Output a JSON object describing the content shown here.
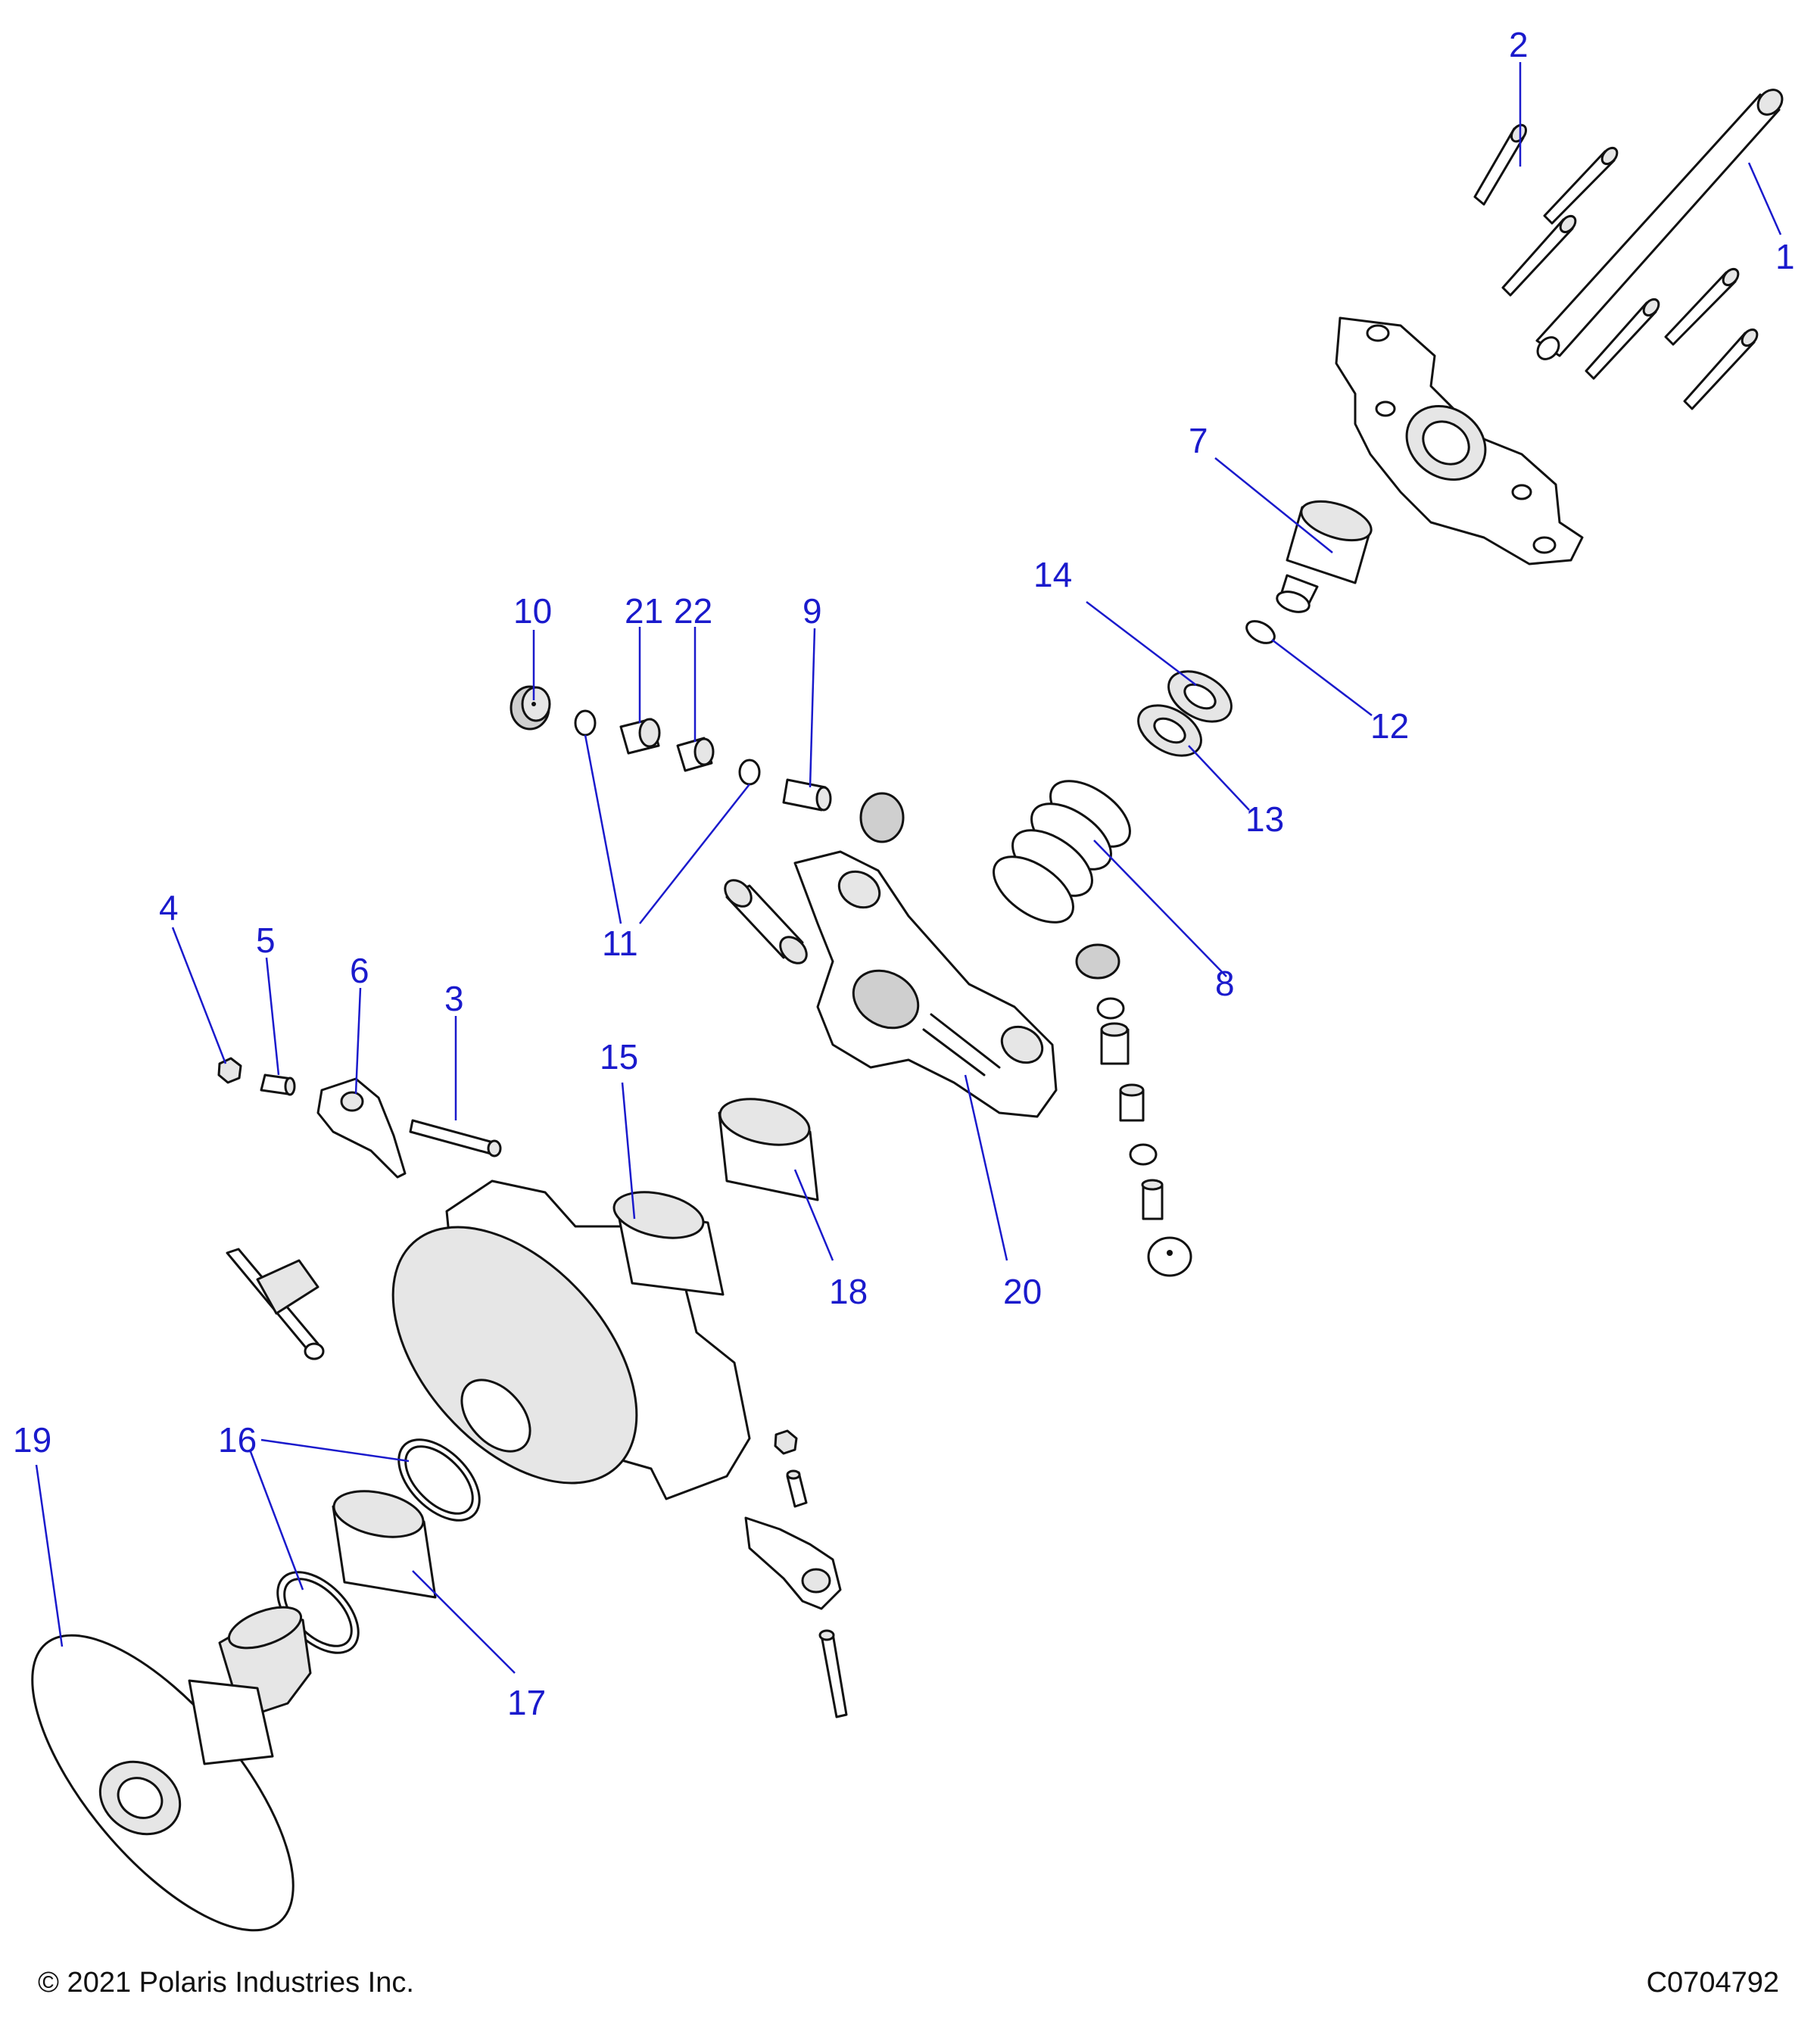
{
  "footer": {
    "copyright": "© 2021 Polaris Industries Inc.",
    "drawing_number": "C0704792"
  },
  "callouts": [
    "1",
    "2",
    "3",
    "4",
    "5",
    "6",
    "7",
    "8",
    "9",
    "10",
    "11",
    "12",
    "13",
    "14",
    "15",
    "16",
    "17",
    "18",
    "19",
    "20",
    "21",
    "22"
  ]
}
